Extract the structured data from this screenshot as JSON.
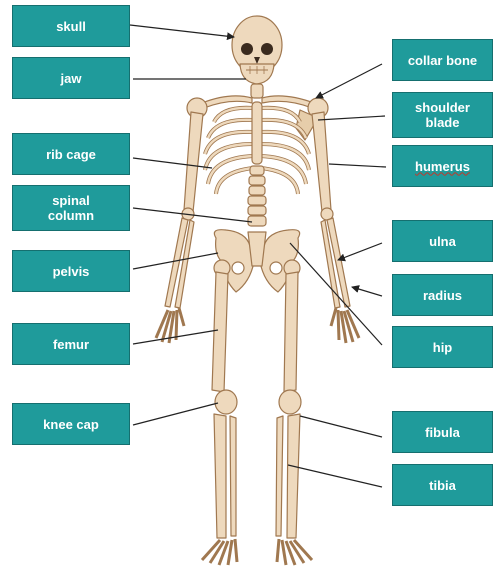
{
  "labels": {
    "skull": "skull",
    "jaw": "jaw",
    "rib_cage": "rib cage",
    "spinal_column": "spinal\ncolumn",
    "pelvis": "pelvis",
    "femur": "femur",
    "knee_cap": "knee cap",
    "collar_bone": "collar bone",
    "shoulder_blade": "shoulder\nblade",
    "humerus": "humerus",
    "ulna": "ulna",
    "radius": "radius",
    "hip": "hip",
    "fibula": "fibula",
    "tibia": "tibia"
  },
  "caption": "",
  "colors": {
    "label_fill": "#1f9b9b",
    "label_text": "#ffffff",
    "bone": "#eed9bd",
    "bone_outline": "#a07850",
    "arrow": "#222222"
  }
}
